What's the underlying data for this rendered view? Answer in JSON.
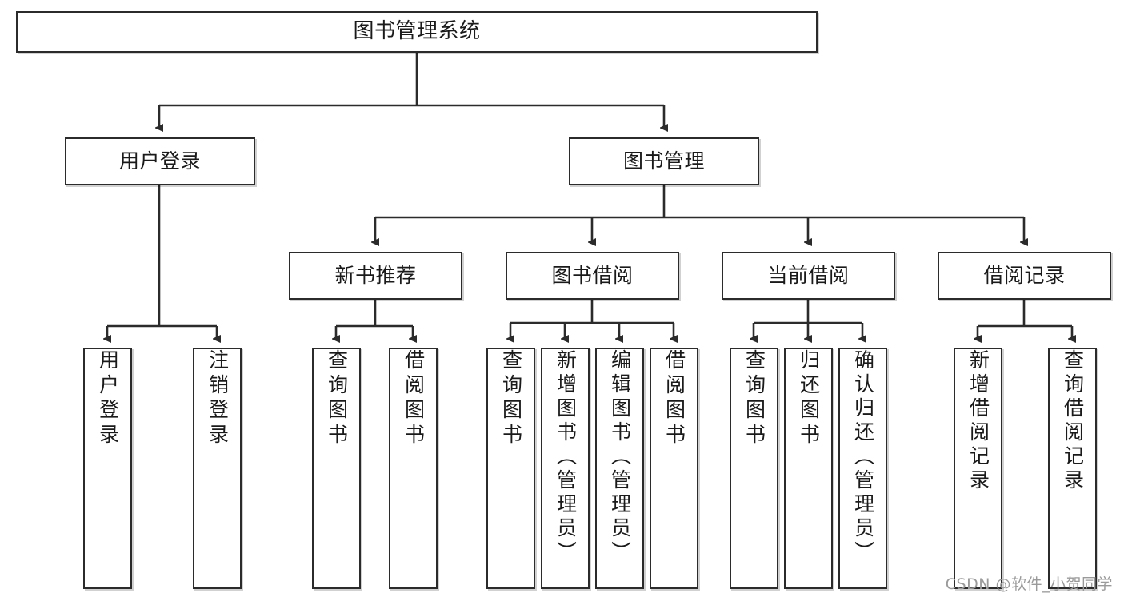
{
  "diagram": {
    "title": "图书管理系统",
    "type": "tree",
    "watermark": "CSDN @软件_小贺同学",
    "colors": {
      "box_border": "#2b2b2b",
      "box_fill": "#ffffff",
      "connector": "#2b2b2b",
      "text": "#1a1a1a",
      "watermark": "#9a9a9a",
      "background": "#ffffff"
    },
    "root": {
      "id": "root",
      "label": "图书管理系统"
    },
    "level2": [
      {
        "id": "user-login",
        "label": "用户登录"
      },
      {
        "id": "book-manage",
        "label": "图书管理"
      }
    ],
    "level3": [
      {
        "id": "new-book-rec",
        "label": "新书推荐",
        "parent": "book-manage"
      },
      {
        "id": "book-borrow",
        "label": "图书借阅",
        "parent": "book-manage"
      },
      {
        "id": "current-borrow",
        "label": "当前借阅",
        "parent": "book-manage"
      },
      {
        "id": "borrow-record",
        "label": "借阅记录",
        "parent": "book-manage"
      }
    ],
    "leaves": [
      {
        "id": "leaf-user-login",
        "label": "用户登录",
        "parent": "user-login"
      },
      {
        "id": "leaf-logout",
        "label": "注销登录",
        "parent": "user-login"
      },
      {
        "id": "leaf-query-book-rec",
        "label": "查询图书",
        "parent": "new-book-rec"
      },
      {
        "id": "leaf-borrow-book-rec",
        "label": "借阅图书",
        "parent": "new-book-rec"
      },
      {
        "id": "leaf-query-book-borrow",
        "label": "查询图书",
        "parent": "book-borrow"
      },
      {
        "id": "leaf-add-book",
        "label": "新增图书（管理员）",
        "parent": "book-borrow"
      },
      {
        "id": "leaf-edit-book",
        "label": "编辑图书（管理员）",
        "parent": "book-borrow"
      },
      {
        "id": "leaf-borrow-book",
        "label": "借阅图书",
        "parent": "book-borrow"
      },
      {
        "id": "leaf-query-book-cur",
        "label": "查询图书",
        "parent": "current-borrow"
      },
      {
        "id": "leaf-return-book",
        "label": "归还图书",
        "parent": "current-borrow"
      },
      {
        "id": "leaf-confirm-return",
        "label": "确认归还（管理员）",
        "parent": "current-borrow"
      },
      {
        "id": "leaf-add-record",
        "label": "新增借阅记录",
        "parent": "borrow-record"
      },
      {
        "id": "leaf-query-record",
        "label": "查询借阅记录",
        "parent": "borrow-record"
      }
    ]
  }
}
